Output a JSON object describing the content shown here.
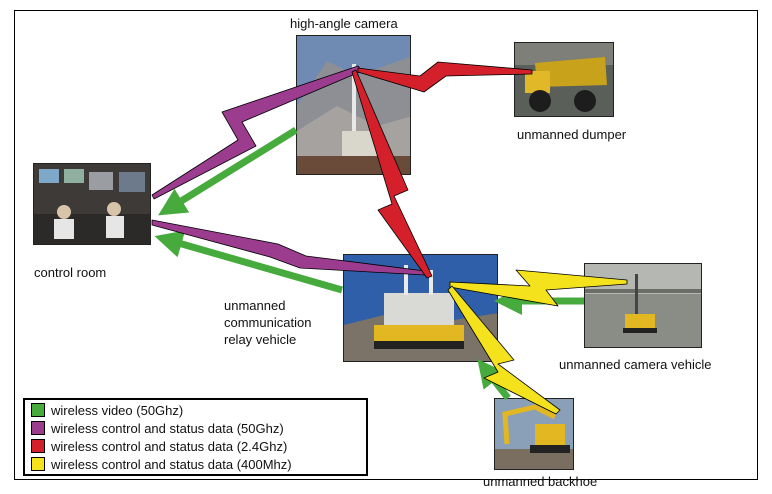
{
  "nodes": {
    "high_angle_camera": {
      "label": "high-angle camera",
      "icon": "camera-tower-photo"
    },
    "unmanned_dumper": {
      "label": "unmanned dumper",
      "icon": "dump-truck-photo"
    },
    "control_room": {
      "label": "control room",
      "icon": "control-room-photo"
    },
    "relay_vehicle": {
      "label_lines": [
        "unmanned",
        "communication",
        "relay vehicle"
      ],
      "icon": "relay-vehicle-photo"
    },
    "camera_vehicle": {
      "label": "unmanned camera vehicle",
      "icon": "camera-vehicle-photo"
    },
    "backhoe": {
      "label": "unmanned backhoe",
      "icon": "backhoe-photo"
    }
  },
  "legend": {
    "items": [
      {
        "label": "wireless video (50Ghz)",
        "color": "#46ab3c"
      },
      {
        "label": "wireless control and status data (50Ghz)",
        "color": "#9b3c8e"
      },
      {
        "label": "wireless control and status data (2.4Ghz)",
        "color": "#d3202a"
      },
      {
        "label": "wireless control and status data (400Mhz)",
        "color": "#f4e21c"
      }
    ]
  },
  "colors": {
    "video": "#46ab3c",
    "data_50ghz": "#9b3c8e",
    "data_2_4ghz": "#d3202a",
    "data_400mhz": "#f4e21c"
  }
}
